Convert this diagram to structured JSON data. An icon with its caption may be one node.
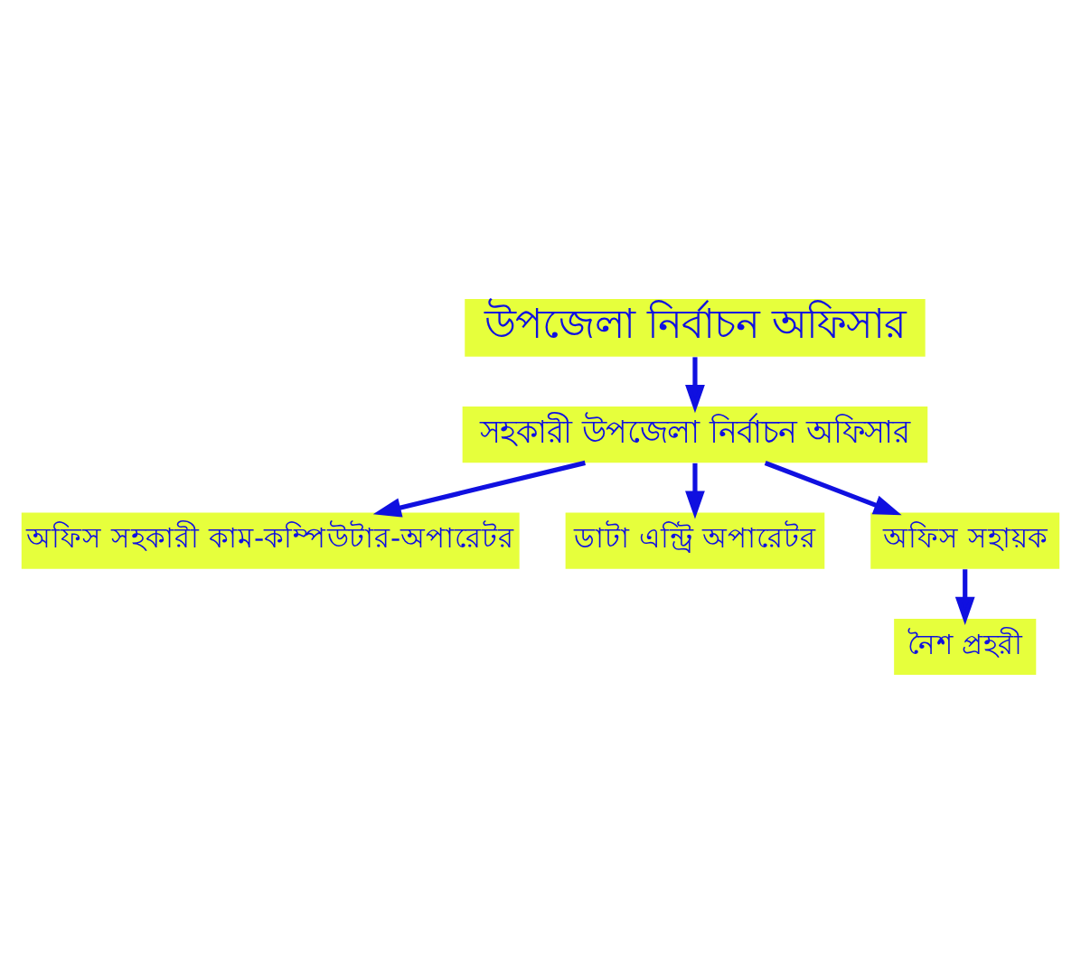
{
  "diagram": {
    "nodes": [
      {
        "text": [
          "উপজেলা নির্বাচন অফিসার"
        ]
      },
      {
        "text": [
          "সহকারী উপজেলা নির্বাচন অফিসার"
        ]
      },
      {
        "text": [
          "অফিস সহকারী কাম-কম্পিউটার-অপারেটর"
        ]
      },
      {
        "text": [
          "ডাটা এন্ট্রি অপারেটর"
        ]
      },
      {
        "text": [
          "অফিস সহায়ক"
        ]
      },
      {
        "text": [
          "নৈশ প্রহরী"
        ]
      }
    ],
    "edges": [
      {
        "from": 0,
        "to": 1,
        "arrow": "to"
      },
      {
        "from": 1,
        "to": 2,
        "arrow": "to"
      },
      {
        "from": 1,
        "to": 3,
        "arrow": "to"
      },
      {
        "from": 1,
        "to": 4,
        "arrow": "to"
      },
      {
        "from": 4,
        "to": 5,
        "arrow": "to"
      }
    ]
  }
}
